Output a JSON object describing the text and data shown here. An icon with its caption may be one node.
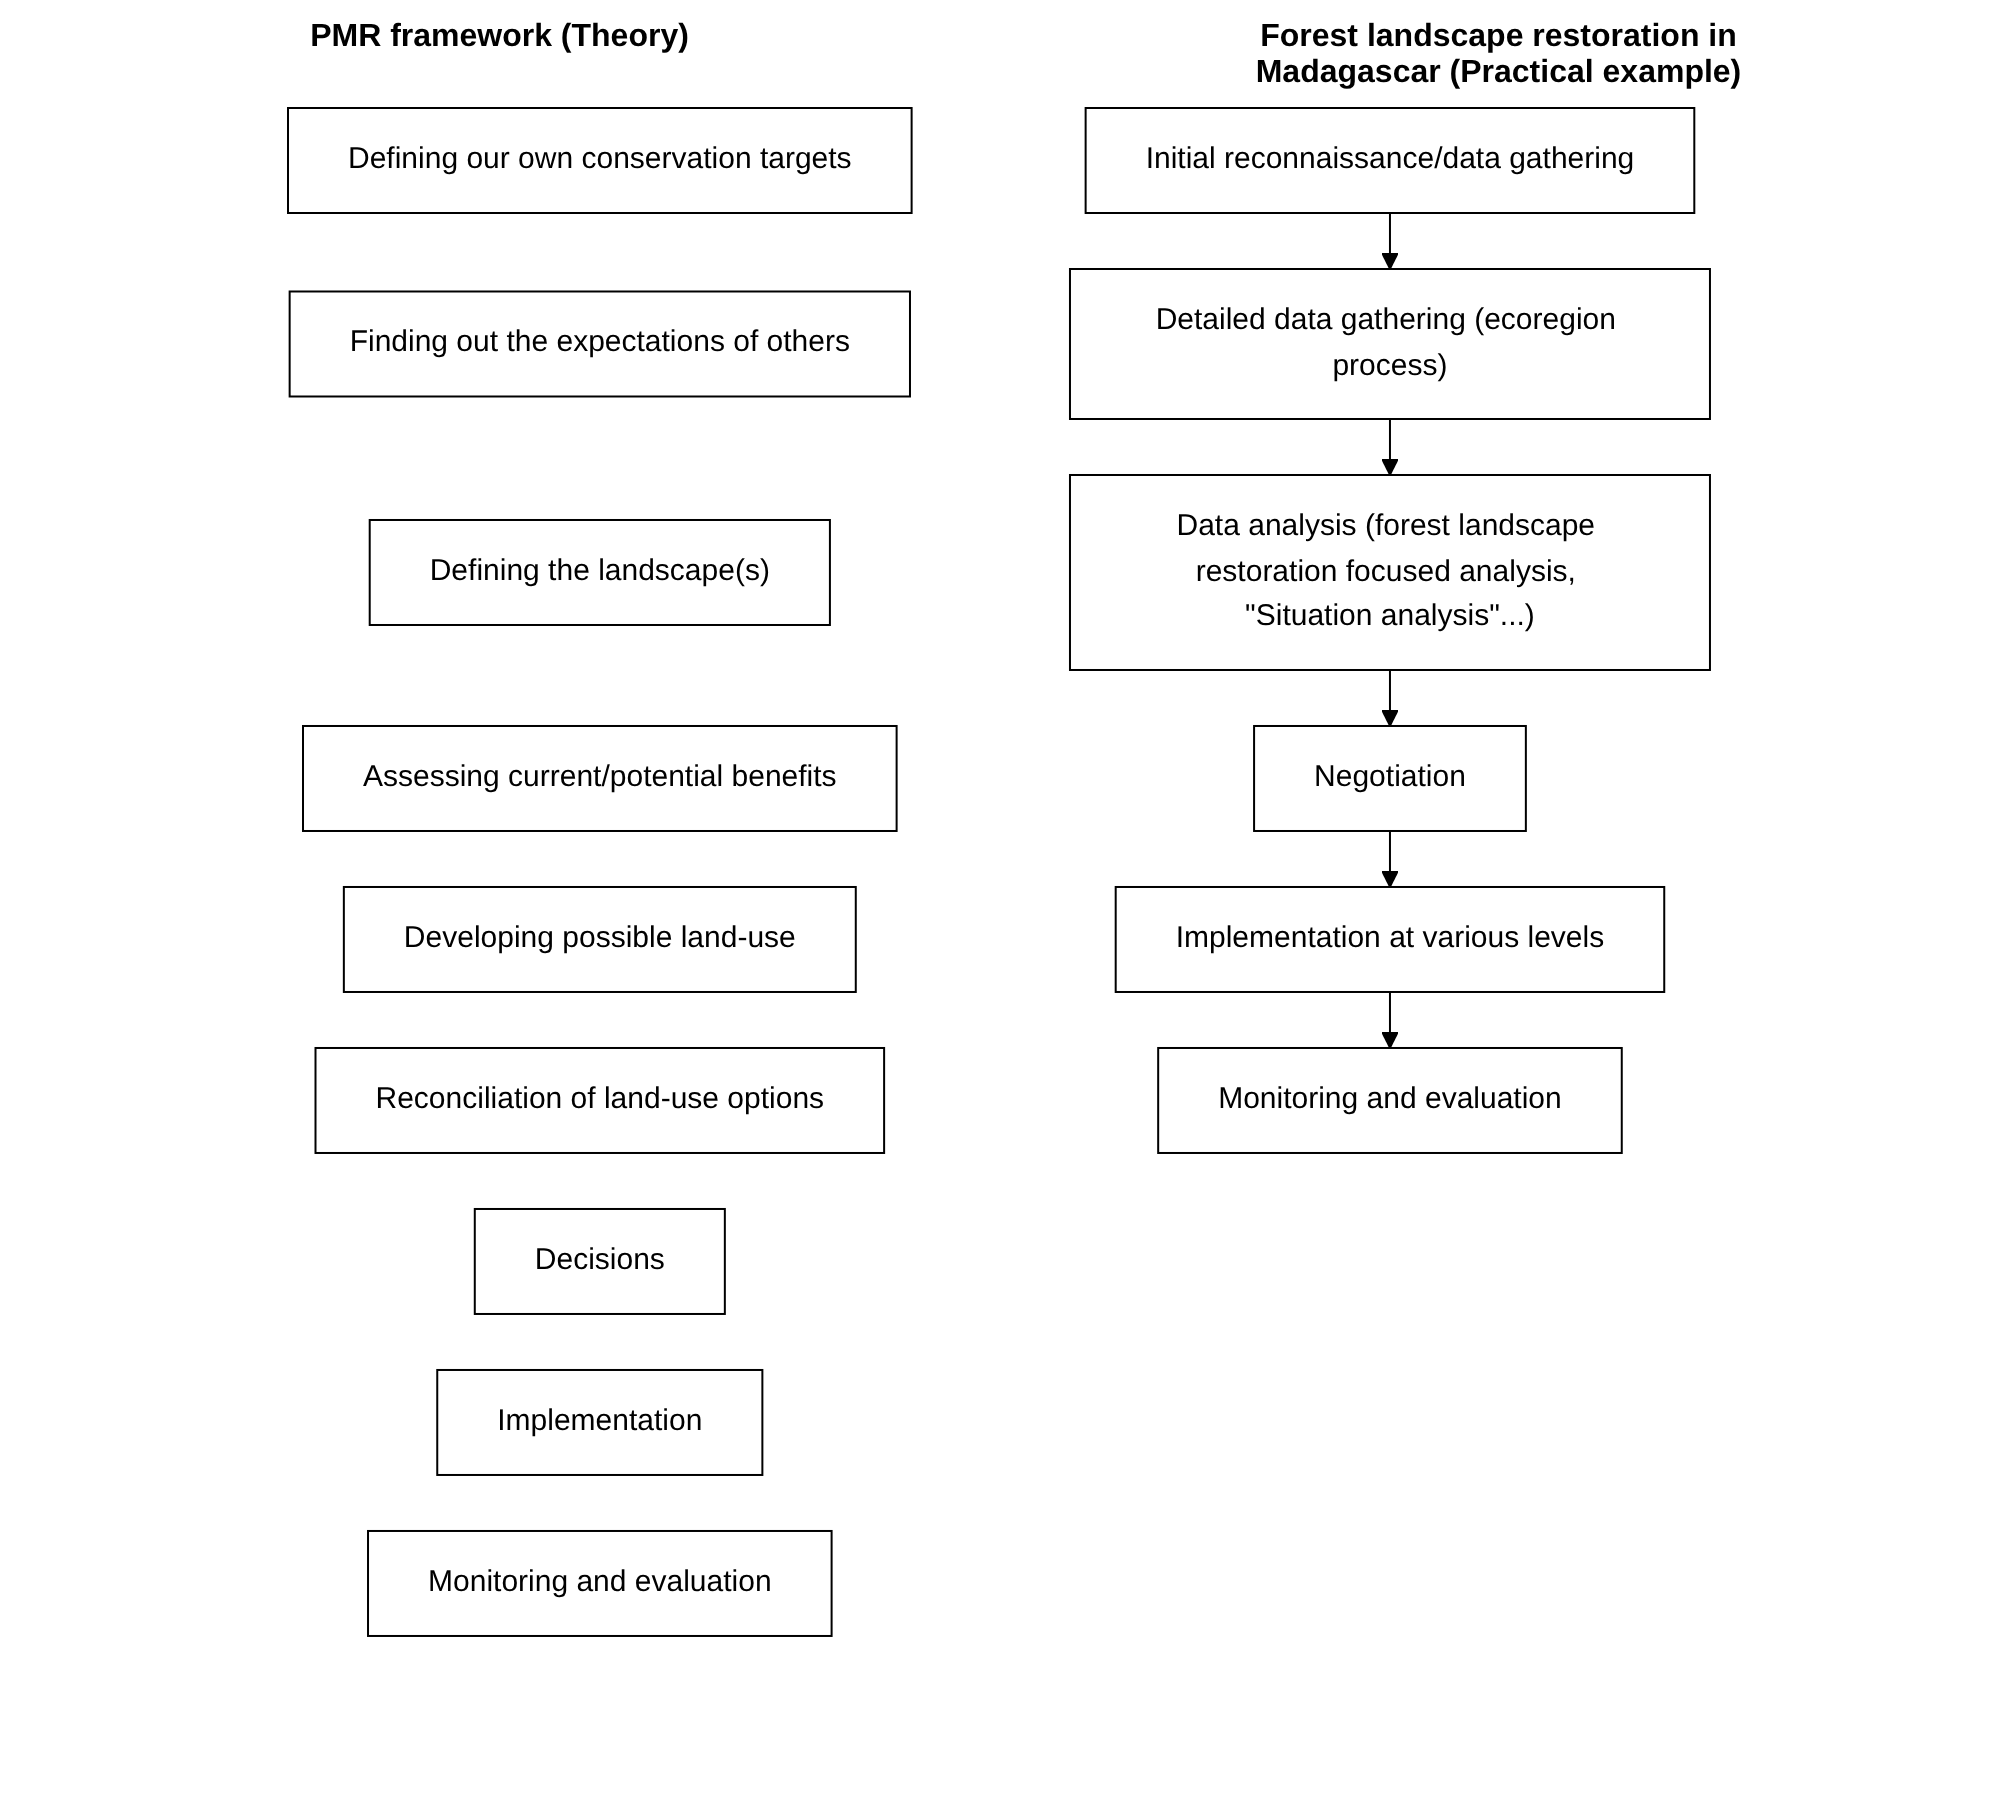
{
  "diagram": {
    "nodes": [
      {
        "text": [
          "Defining our own conservation targets"
        ]
      },
      {
        "text": [
          "Finding out the expectations of others"
        ]
      },
      {
        "text": [
          "Defining the landscape(s)"
        ]
      },
      {
        "text": [
          "Assessing current/potential benefits"
        ]
      },
      {
        "text": [
          "Developing possible land-use"
        ]
      },
      {
        "text": [
          "Reconciliation of land-use options"
        ]
      },
      {
        "text": [
          "Decisions"
        ]
      },
      {
        "text": [
          "Implementation"
        ]
      },
      {
        "text": [
          "Monitoring and evaluation"
        ]
      },
      {
        "text": [
          "Initial reconnaissance/data gathering"
        ]
      },
      {
        "text": [
          "Detailed data gathering (ecoregion process)"
        ]
      },
      {
        "text": [
          "Data analysis (forest landscape restoration focused analysis, \"Situation analysis\"...)"
        ]
      },
      {
        "text": [
          "Negotiation"
        ]
      },
      {
        "text": [
          "Implementation at various levels"
        ]
      },
      {
        "text": [
          "Monitoring and evaluation"
        ]
      }
    ],
    "edges": [
      {
        "from": 9,
        "to": 10,
        "arrow": "to"
      },
      {
        "from": 10,
        "to": 11,
        "arrow": "to"
      },
      {
        "from": 11,
        "to": 12,
        "arrow": "to"
      },
      {
        "from": 12,
        "to": 13,
        "arrow": "to"
      },
      {
        "from": 13,
        "to": 14,
        "arrow": "to"
      }
    ],
    "labels": [
      "PMR framework (Theory)",
      "Forest landscape restoration in Madagascar (Practical example)"
    ]
  }
}
